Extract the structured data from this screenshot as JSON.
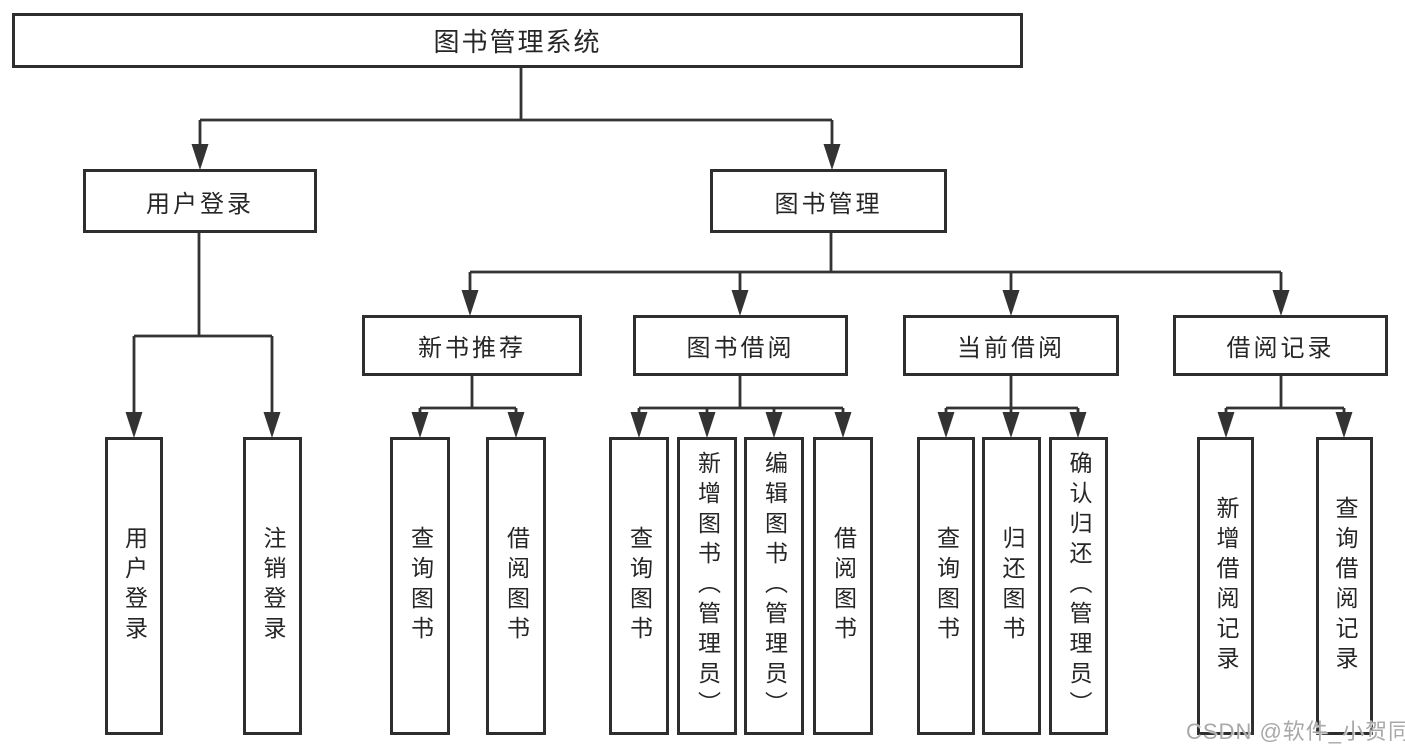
{
  "colors": {
    "line": "#333333",
    "box_border": "#2e2e2e",
    "text": "#262626",
    "watermark": "#a9a9a9",
    "background": "#ffffff"
  },
  "watermark": {
    "text": "CSDN @软件_小贺同学"
  },
  "tree": {
    "root": {
      "label": "图书管理系统"
    },
    "branches": [
      {
        "label": "用户登录",
        "children": [
          {
            "label": "用户登录"
          },
          {
            "label": "注销登录"
          }
        ]
      },
      {
        "label": "图书管理",
        "sections": [
          {
            "label": "新书推荐",
            "children": [
              {
                "label": "查询图书"
              },
              {
                "label": "借阅图书"
              }
            ]
          },
          {
            "label": "图书借阅",
            "children": [
              {
                "label": "查询图书"
              },
              {
                "label": "新增图书（管理员）"
              },
              {
                "label": "编辑图书（管理员）"
              },
              {
                "label": "借阅图书"
              }
            ]
          },
          {
            "label": "当前借阅",
            "children": [
              {
                "label": "查询图书"
              },
              {
                "label": "归还图书"
              },
              {
                "label": "确认归还（管理员）"
              }
            ]
          },
          {
            "label": "借阅记录",
            "children": [
              {
                "label": "新增借阅记录"
              },
              {
                "label": "查询借阅记录"
              }
            ]
          }
        ]
      }
    ]
  }
}
